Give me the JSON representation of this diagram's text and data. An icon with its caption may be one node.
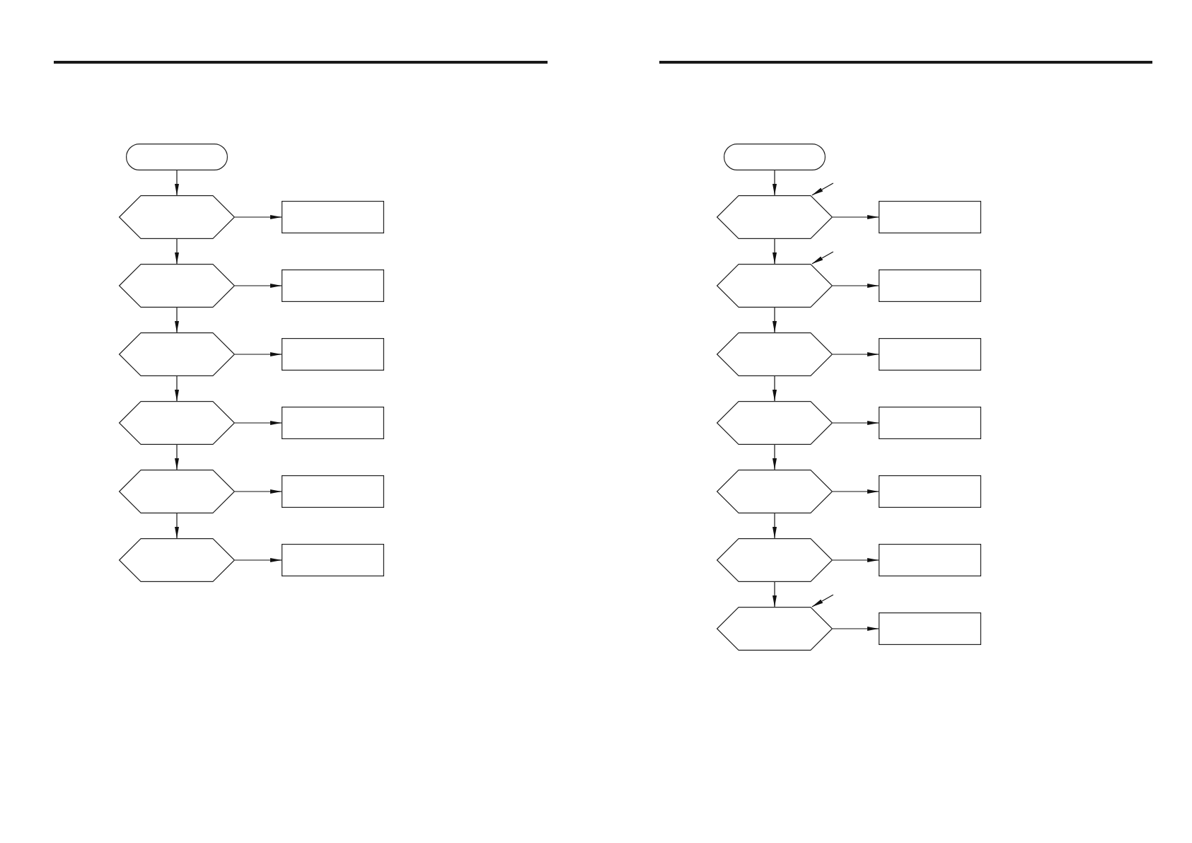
{
  "diagram": {
    "nodes": [
      {
        "text": [],
        "shape": "terminator"
      },
      {
        "text": [],
        "shape": "hexagon"
      },
      {
        "text": [],
        "shape": "box"
      },
      {
        "text": [],
        "shape": "hexagon"
      },
      {
        "text": [],
        "shape": "box"
      },
      {
        "text": [],
        "shape": "hexagon"
      },
      {
        "text": [],
        "shape": "box"
      },
      {
        "text": [],
        "shape": "hexagon"
      },
      {
        "text": [],
        "shape": "box"
      },
      {
        "text": [],
        "shape": "hexagon"
      },
      {
        "text": [],
        "shape": "box"
      },
      {
        "text": [],
        "shape": "hexagon"
      },
      {
        "text": [],
        "shape": "box"
      },
      {
        "text": [],
        "shape": "terminator"
      },
      {
        "text": [],
        "shape": "hexagon"
      },
      {
        "text": [],
        "shape": "box"
      },
      {
        "text": [],
        "shape": "hexagon"
      },
      {
        "text": [],
        "shape": "box"
      },
      {
        "text": [],
        "shape": "hexagon"
      },
      {
        "text": [],
        "shape": "box"
      },
      {
        "text": [],
        "shape": "hexagon"
      },
      {
        "text": [],
        "shape": "box"
      },
      {
        "text": [],
        "shape": "hexagon"
      },
      {
        "text": [],
        "shape": "box"
      },
      {
        "text": [],
        "shape": "hexagon"
      },
      {
        "text": [],
        "shape": "box"
      },
      {
        "text": [],
        "shape": "hexagon"
      },
      {
        "text": [],
        "shape": "box"
      }
    ],
    "edges": [
      {
        "from": 0,
        "to": 1,
        "arrow": "to"
      },
      {
        "from": 1,
        "to": 2,
        "arrow": "to"
      },
      {
        "from": 1,
        "to": 3,
        "arrow": "to"
      },
      {
        "from": 3,
        "to": 4,
        "arrow": "to"
      },
      {
        "from": 3,
        "to": 5,
        "arrow": "to"
      },
      {
        "from": 5,
        "to": 6,
        "arrow": "to"
      },
      {
        "from": 5,
        "to": 7,
        "arrow": "to"
      },
      {
        "from": 7,
        "to": 8,
        "arrow": "to"
      },
      {
        "from": 7,
        "to": 9,
        "arrow": "to"
      },
      {
        "from": 9,
        "to": 10,
        "arrow": "to"
      },
      {
        "from": 9,
        "to": 11,
        "arrow": "to"
      },
      {
        "from": 11,
        "to": 12,
        "arrow": "to"
      },
      {
        "from": 13,
        "to": 14,
        "arrow": "to"
      },
      {
        "from": 14,
        "to": 15,
        "arrow": "to"
      },
      {
        "from": 14,
        "to": 16,
        "arrow": "to"
      },
      {
        "from": 16,
        "to": 17,
        "arrow": "to"
      },
      {
        "from": 16,
        "to": 18,
        "arrow": "to"
      },
      {
        "from": 18,
        "to": 19,
        "arrow": "to"
      },
      {
        "from": 18,
        "to": 20,
        "arrow": "to"
      },
      {
        "from": 20,
        "to": 21,
        "arrow": "to"
      },
      {
        "from": 20,
        "to": 22,
        "arrow": "to"
      },
      {
        "from": 22,
        "to": 23,
        "arrow": "to"
      },
      {
        "from": 22,
        "to": 24,
        "arrow": "to"
      },
      {
        "from": 24,
        "to": 25,
        "arrow": "to"
      },
      {
        "from": 24,
        "to": 26,
        "arrow": "to"
      },
      {
        "from": 26,
        "to": 27,
        "arrow": "to"
      },
      {
        "from": null,
        "to": 14,
        "arrow": "to"
      },
      {
        "from": null,
        "to": 16,
        "arrow": "to"
      },
      {
        "from": null,
        "to": 26,
        "arrow": "to"
      }
    ]
  }
}
